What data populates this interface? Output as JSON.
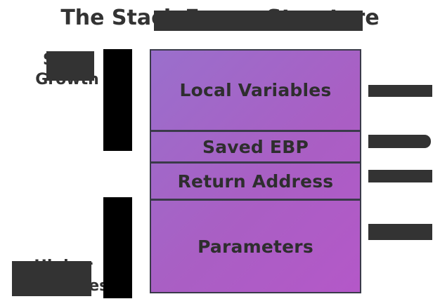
{
  "diagram": {
    "title": "The Stack Frame Structure",
    "title_visible_fragments": "T … e",
    "type": "stack-frame-memory-layout",
    "accent_color": "#a95fc4",
    "border_color": "#3a3a4a",
    "text_color": "#333333",
    "redaction_color": "#333333",
    "bar_color": "#000000"
  },
  "stack_box": {
    "segments": [
      {
        "id": "local-variables",
        "label": "Local Variables",
        "order": 1
      },
      {
        "id": "saved-ebp",
        "label": "Saved EBP",
        "order": 2
      },
      {
        "id": "return-address",
        "label": "Return Address",
        "order": 3
      },
      {
        "id": "parameters",
        "label": "Parameters",
        "order": 4
      }
    ]
  },
  "left_labels": [
    {
      "id": "stack-growth",
      "line1": "Stack",
      "line2": "Growth",
      "visible_fragments": "…k / G…n",
      "occluded": true
    },
    {
      "id": "higher-addresses",
      "line1": "Higher",
      "line2": "Addresses",
      "visible_fragments": "…er / A…s",
      "occluded": true
    }
  ],
  "left_bars": [
    {
      "id": "stack-growth-arrow",
      "occluded": true
    },
    {
      "id": "higher-address-arrow",
      "occluded": true
    }
  ],
  "right_notes": [
    {
      "id": "note-local-variables",
      "text": "",
      "occluded": true
    },
    {
      "id": "note-saved-ebp",
      "text": "",
      "occluded": true
    },
    {
      "id": "note-return-address",
      "text": "",
      "occluded": true
    },
    {
      "id": "note-parameters",
      "text": "",
      "occluded": true
    }
  ]
}
